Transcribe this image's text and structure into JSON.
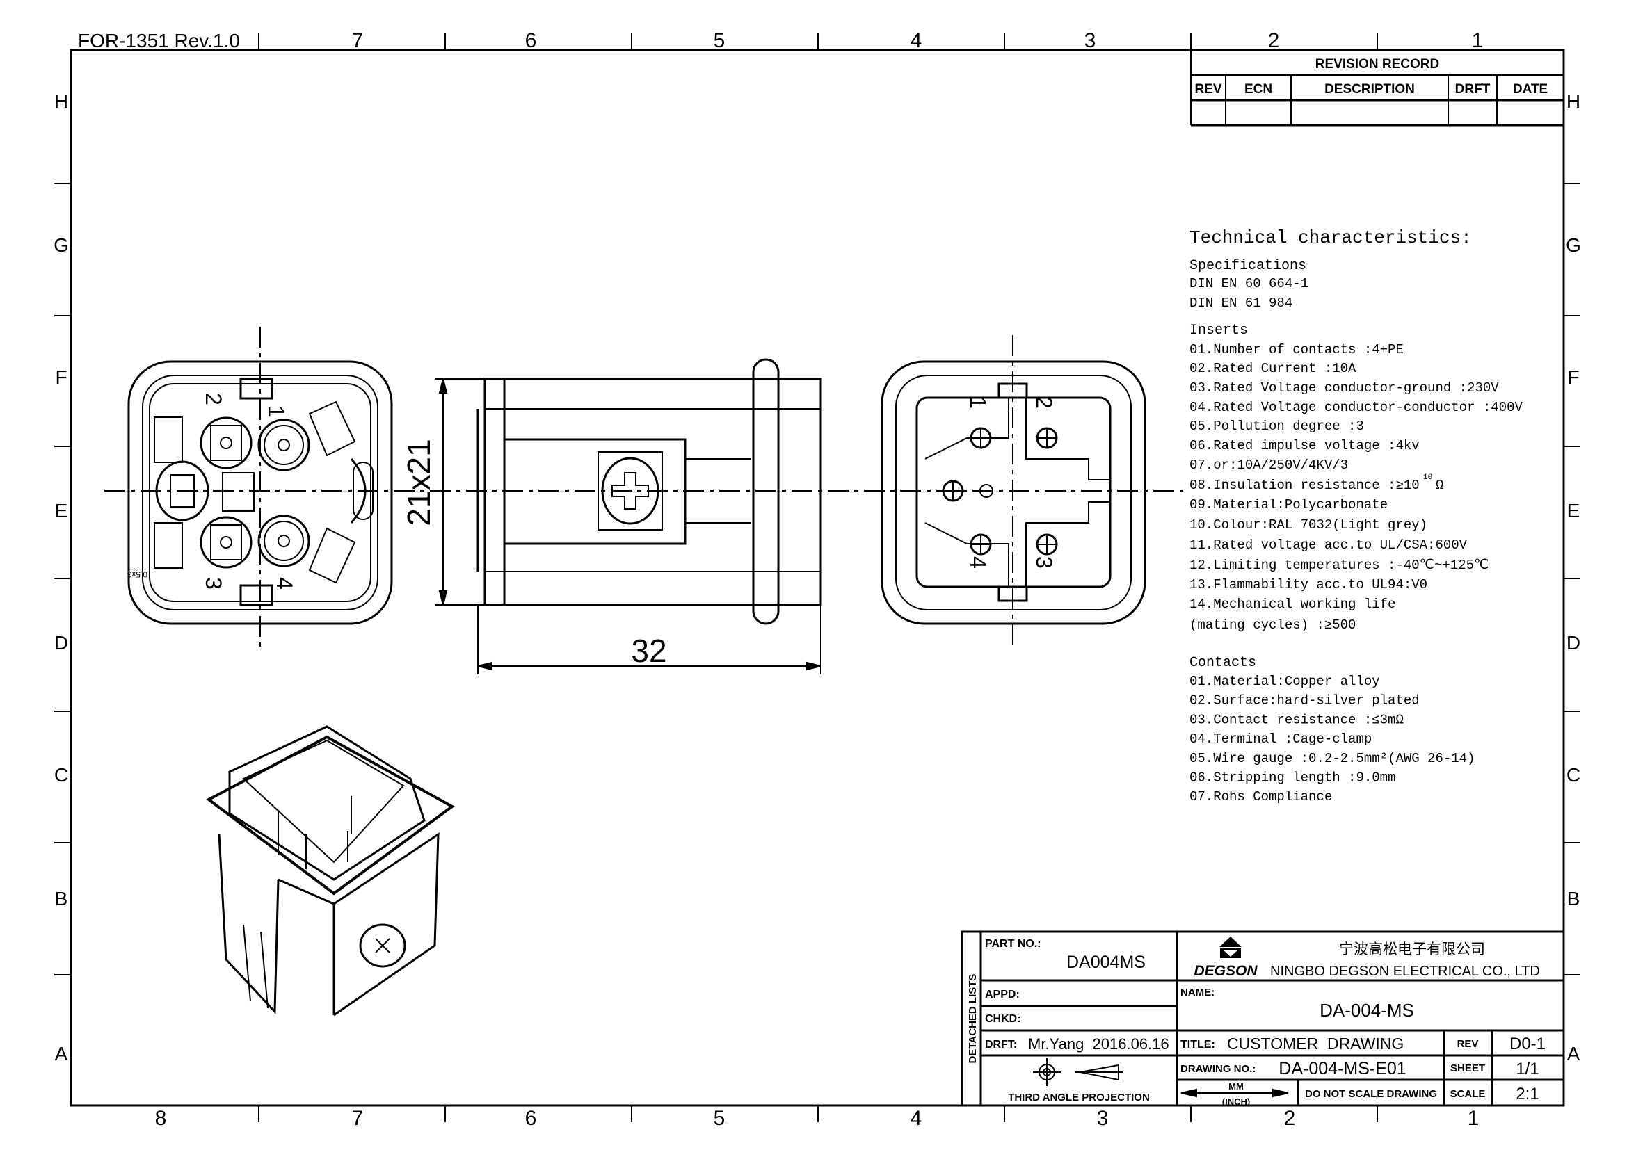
{
  "sheet": {
    "form_label": "FOR-1351 Rev.1.0",
    "top_zones": [
      "7",
      "6",
      "5",
      "4",
      "3",
      "2",
      "1"
    ],
    "bottom_zones": [
      "8",
      "7",
      "6",
      "5",
      "4",
      "3",
      "2",
      "1"
    ],
    "row_zones": [
      "H",
      "G",
      "F",
      "E",
      "D",
      "C",
      "B",
      "A"
    ]
  },
  "revision_record": {
    "title": "REVISION RECORD",
    "headers": [
      "REV",
      "ECN",
      "DESCRIPTION",
      "DRFT",
      "DATE"
    ]
  },
  "drawing": {
    "dim_height": "21x21",
    "dim_length": "32",
    "pins_front": [
      "1",
      "2",
      "3",
      "4"
    ],
    "pins_mating": [
      "1",
      "2",
      "3",
      "4"
    ],
    "wire_label": "0.5x3"
  },
  "tech": {
    "title": "Technical characteristics:",
    "specs_heading": "Specifications",
    "specs": [
      "DIN EN 60 664-1",
      "DIN EN 61 984"
    ],
    "inserts_heading": "Inserts",
    "inserts": [
      "01.Number of contacts :4+PE",
      "02.Rated Current :10A",
      "03.Rated Voltage conductor-ground :230V",
      "04.Rated Voltage conductor-conductor :400V",
      "05.Pollution degree :3",
      "06.Rated impulse voltage :4kv",
      "07.or:10A/250V/4KV/3",
      "08.Insulation resistance :≥10",
      "09.Material:Polycarbonate",
      "10.Colour:RAL 7032(Light grey)",
      "11.Rated voltage acc.to UL/CSA:600V",
      "12.Limiting temperatures  :-40℃~+125℃",
      "13.Flammability acc.to UL94:V0",
      "14.Mechanical working life",
      "  (mating cycles) :≥500"
    ],
    "insulation_exponent": "10",
    "insulation_unit": "Ω",
    "contacts_heading": "Contacts",
    "contacts": [
      "01.Material:Copper alloy",
      "02.Surface:hard-silver plated",
      "03.Contact resistance :≤3mΩ",
      "04.Terminal :Cage-clamp",
      "05.Wire gauge :0.2-2.5mm²(AWG 26-14)",
      "06.Stripping length :9.0mm",
      "07.Rohs Compliance"
    ]
  },
  "title_block": {
    "detached_lists": "DETACHED LISTS",
    "part_no_label": "PART NO.:",
    "part_no": "DA004MS",
    "company_cn": "宁波高松电子有限公司",
    "company_en": "NINGBO DEGSON ELECTRICAL CO., LTD",
    "logo_text": "DEGSON",
    "appd_label": "APPD:",
    "chkd_label": "CHKD:",
    "name_label": "NAME:",
    "name": "DA-004-MS",
    "drft_label": "DRFT:",
    "drft_value": "Mr.Yang  2016.06.16",
    "title_label": "TITLE:",
    "title": "CUSTOMER  DRAWING",
    "rev_label": "REV",
    "rev": "D0-1",
    "drawing_no_label": "DRAWING NO.:",
    "drawing_no": "DA-004-MS-E01",
    "sheet_label": "SHEET",
    "sheet": "1/1",
    "projection": "THIRD ANGLE PROJECTION",
    "unit_top": "MM",
    "unit_bottom": "(INCH)",
    "do_not_scale": "DO NOT SCALE DRAWING",
    "scale_label": "SCALE",
    "scale": "2:1"
  }
}
